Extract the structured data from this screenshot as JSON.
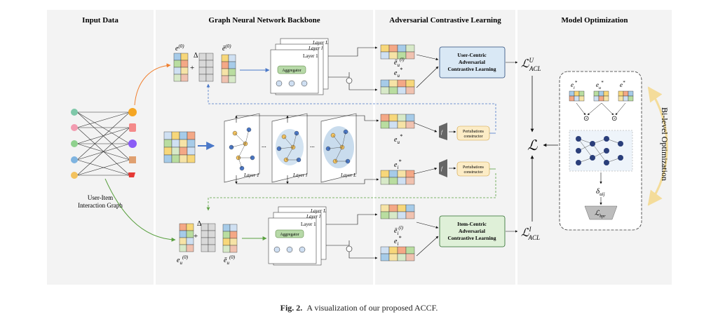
{
  "panels": {
    "input": "Input Data",
    "gnn": "Graph Neural Network Backbone",
    "acl": "Adversarial Contrastive Learning",
    "opt": "Model Optimization"
  },
  "graph": {
    "caption_line1": "User-Item",
    "caption_line2": "Interaction Graph"
  },
  "labels": {
    "e0": "e",
    "e0_sup": "(0)",
    "eu0": "e",
    "eu0_sub": "u",
    "eu0_sup": "(0)",
    "ebar0": "ē",
    "ebar0_sup": "(0)",
    "ebaru0": "ē",
    "ebaru0_sub": "u",
    "ebaru0_sup": "(0)",
    "delta": "Δ",
    "plus": "+",
    "layer_L": "Layer L",
    "layer_l": "Layer l",
    "layer_1": "Layer 1",
    "aggregator": "Aggregator",
    "ellipsis": "...",
    "eu_l": "ē",
    "eu_l_sub": "u",
    "eu_l_sup": "(l)",
    "eu_star": "e",
    "eu_star_sub": "u",
    "star": "*",
    "ei_l": "ē",
    "ei_l_sub": "i",
    "ei_l_sup": "(l)",
    "ei_star": "e",
    "ei_star_sub": "i",
    "f_theta": "f",
    "perturb_line1": "Pertubations",
    "perturb_line2": "constructor",
    "user_cl": [
      "User-Centric",
      "Adversarial",
      "Contrastive Learning"
    ],
    "item_cl": [
      "Item-Centric",
      "Adversarial",
      "Contrastive Learning"
    ],
    "L_main": "ℒ",
    "L_acl_u": "ℒ",
    "L_acl_u_sup": "U",
    "L_acl_u_sub": "ACL",
    "L_acl_i": "ℒ",
    "L_acl_i_sup": "I",
    "L_acl_i_sub": "ACL",
    "delta_uij": "δ",
    "delta_uij_sub": "uij",
    "L_bpr": "ℒ",
    "L_bpr_sub": "bpr",
    "bilevel": "Bi-level Optimization",
    "odot": "⊙"
  },
  "caption": {
    "prefix": "Fig. 2.",
    "text": "A visualization of our proposed ACCF."
  },
  "colors": {
    "panel_bg": "#f3f3f3",
    "user_box": "#d9e8f5",
    "item_box": "#dff0d8",
    "perturb_box": "#fcecc6",
    "aggregator": "#b7d9a8",
    "orange_arrow": "#f08030",
    "blue_arrow": "#4a78c8",
    "green_arrow": "#5aa040",
    "bilevel_arc": "#f4dc9a"
  }
}
